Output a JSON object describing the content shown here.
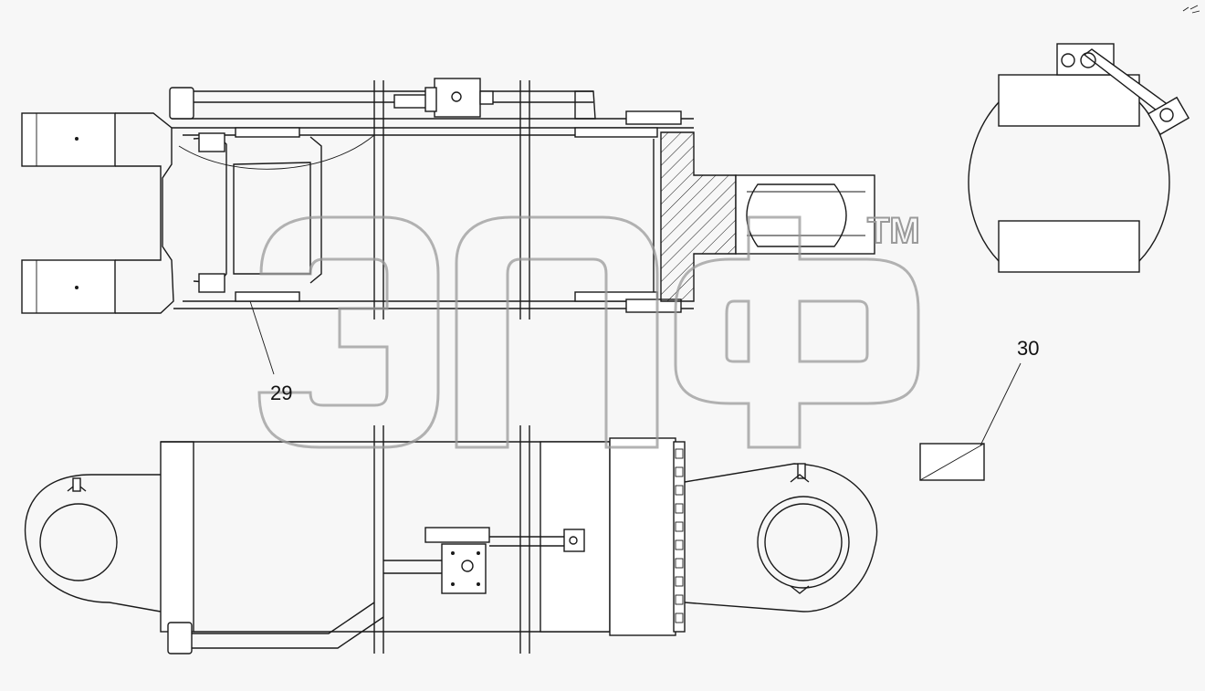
{
  "callouts": [
    {
      "number": "29"
    },
    {
      "number": "30"
    }
  ],
  "watermark": {
    "trademark": "TM"
  },
  "colors": {
    "background": "#f7f7f7",
    "line": "#1a1a1a",
    "watermark": "#9a9a9a"
  }
}
